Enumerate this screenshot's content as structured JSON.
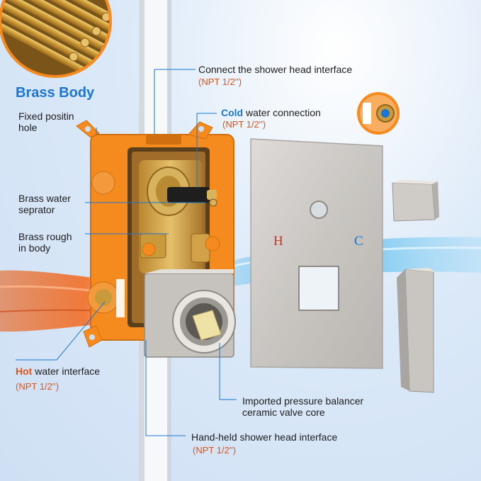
{
  "brass_title": "Brass Body",
  "labels": {
    "fixed_position_hole": [
      "Fixed positin",
      "hole"
    ],
    "brass_water_separator": [
      "Brass water",
      "seprator"
    ],
    "brass_rough_in_body": [
      "Brass rough",
      "in body"
    ],
    "hot_water_interface_prefix": "Hot",
    "hot_water_interface_suffix": " water interface",
    "hot_water_interface_note": "(NPT 1/2'')",
    "connect_shower_head": "Connect the shower head interface",
    "connect_shower_head_note": "(NPT 1/2'')",
    "cold_water_prefix": "Cold",
    "cold_water_suffix": " water connection",
    "cold_water_note": "(NPT 1/2'')",
    "valve_core": [
      "Imported pressure balancer",
      "ceramic valve core"
    ],
    "handheld_interface": "Hand-held shower head interface",
    "handheld_interface_note": "(NPT 1/2'')"
  },
  "plate_marks": {
    "hot": "H",
    "cold": "C"
  },
  "colors": {
    "accent_blue": "#1a76d2",
    "hot_orange": "#e0541c",
    "box_orange": "#f58a1f",
    "brass": "#c89a3c",
    "nickel": "#c9c6c2"
  }
}
